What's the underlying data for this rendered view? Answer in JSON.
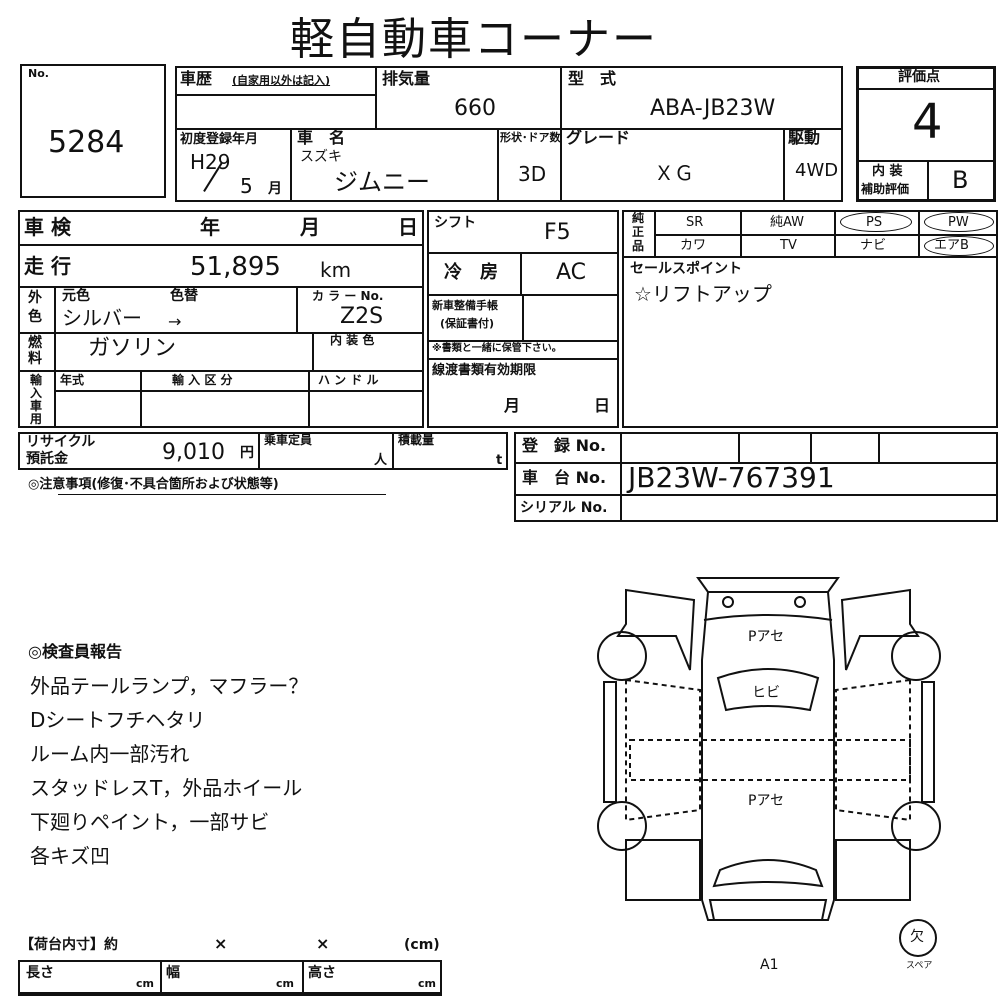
{
  "title": "軽自動車コーナー",
  "no_label": "No.",
  "lot_number": "5284",
  "history_label": "車歴",
  "history_note": "(自家用以外は記入)",
  "displacement_label": "排気量",
  "displacement": "660",
  "model_label": "型　式",
  "model": "ABA-JB23W",
  "first_reg_label": "初度登録年月",
  "first_reg_year": "H29",
  "first_reg_month": "5",
  "month_unit": "月",
  "car_name_label": "車　名",
  "maker": "スズキ",
  "car_name": "ジムニー",
  "shape_label": "形状･ドア数",
  "shape": "3D",
  "grade_label": "グレード",
  "grade": "ＸＧ",
  "drive_label": "駆動",
  "drive": "4WD",
  "rating_label": "評価点",
  "rating": "4",
  "interior_label_1": "内 装",
  "interior_label_2": "補助評価",
  "interior_rating": "B",
  "inspection_label": "車 検",
  "year_unit": "年",
  "day_unit": "日",
  "mileage_label": "走 行",
  "mileage": "51,895",
  "mileage_unit": "km",
  "color_side_1": "外",
  "color_side_2": "色",
  "orig_color_label": "元色",
  "color_change_label": "色替",
  "orig_color": "シルバー",
  "arrow": "→",
  "color_no_label": "カ ラ ー No.",
  "color_no": "Z2S",
  "fuel_side_1": "燃",
  "fuel_side_2": "料",
  "fuel": "ガソリン",
  "interior_color_label": "内 装 色",
  "import_side": [
    "輸",
    "入",
    "車",
    "用"
  ],
  "import_year_label": "年式",
  "import_cat_label": "輸 入 区 分",
  "handle_label": "ハ ン ド ル",
  "shift_label": "シフト",
  "shift": "F5",
  "ac_label": "冷　房",
  "ac": "AC",
  "maint_label_1": "新車整備手帳",
  "maint_label_2": "(保証書付)",
  "maint_note": "※書類と一緒に保管下さい。",
  "doc_validity_label": "線渡書類有効期限",
  "equip_side": [
    "純",
    "正",
    "品"
  ],
  "equip_items": [
    "SR",
    "純AW",
    "PS",
    "PW",
    "カワ",
    "TV",
    "ナビ",
    "エアB"
  ],
  "sales_point_label": "セールスポイント",
  "sales_point": "☆リフトアップ",
  "recycle_label_1": "リサイクル",
  "recycle_label_2": "預託金",
  "recycle_amount": "9,010",
  "yen_unit": "円",
  "capacity_label": "乗車定員",
  "person_unit": "人",
  "load_label": "積載量",
  "ton_unit": "t",
  "registration_label": "登　録 No.",
  "chassis_label": "車　台 No.",
  "chassis_no": "JB23W-767391",
  "serial_label": "シリアル No.",
  "notes_label": "◎注意事項(修復･不具合箇所および状態等)",
  "inspector_label": "◎検査員報告",
  "inspector_lines": [
    "外品テールランプ，マフラー？",
    "Dシートフチヘタリ",
    "ルーム内一部汚れ",
    "スタッドレスT，外品ホイール",
    "下廻りペイント，一部サビ",
    "各キズ凹"
  ],
  "cargo_label": "【荷台内寸】約",
  "cargo_x": "×",
  "cargo_unit": "(cm)",
  "length_label": "長さ",
  "width_label": "幅",
  "height_label": "高さ",
  "cm_unit": "cm",
  "diagram_marks": {
    "hood": "Pアセ",
    "windshield": "ヒビ",
    "roof": "Pアセ",
    "rear": "A1",
    "spare_circle": "欠",
    "spare_label": "スペア"
  }
}
